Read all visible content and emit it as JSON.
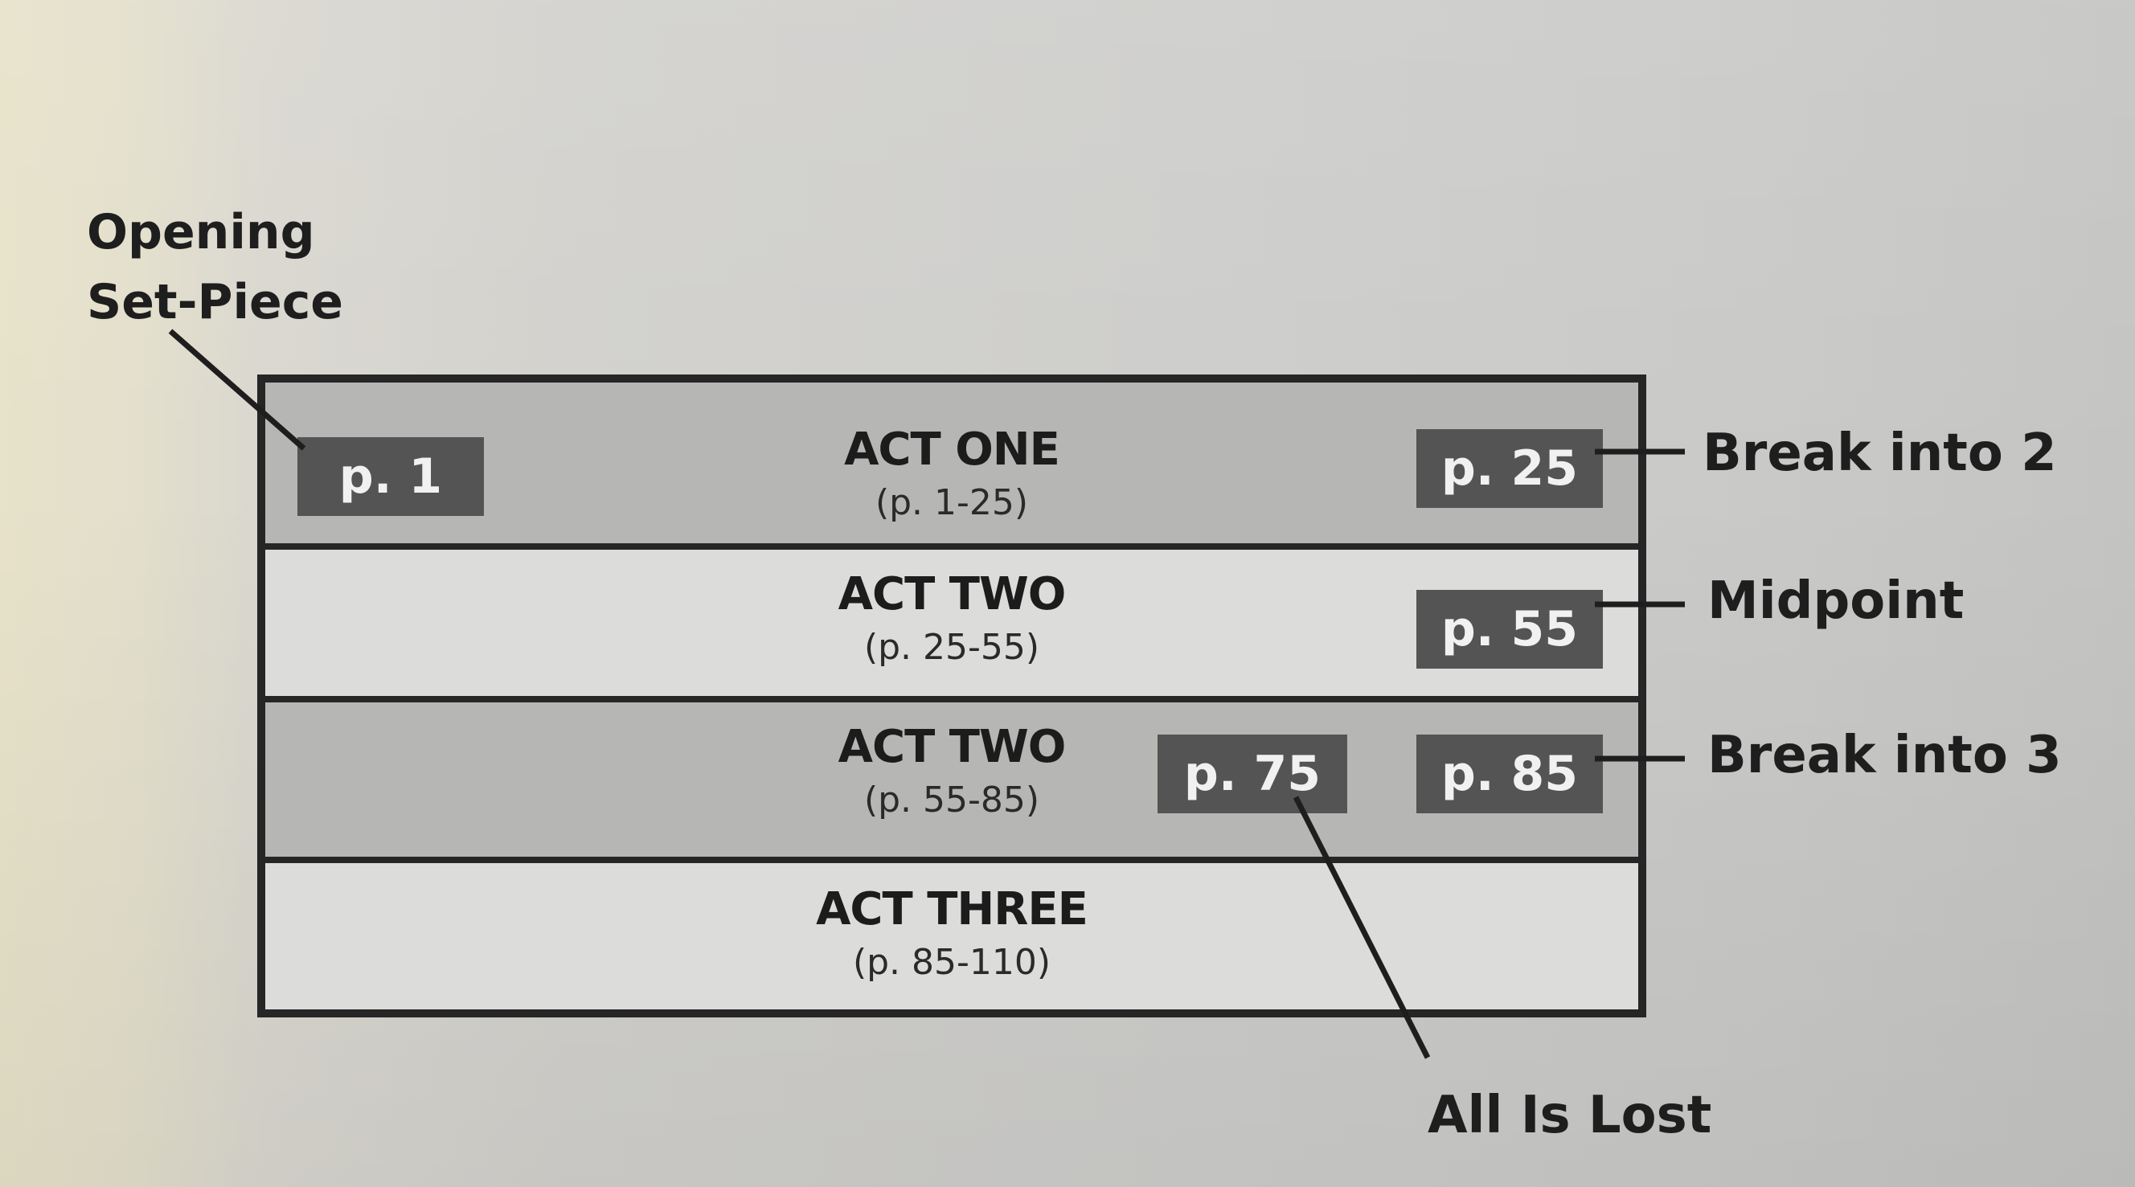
{
  "callouts": {
    "opening_line1": "Opening",
    "opening_line2": "Set-Piece",
    "break_into_2": "Break into 2",
    "midpoint": "Midpoint",
    "break_into_3": "Break into 3",
    "all_is_lost": "All Is Lost"
  },
  "acts": [
    {
      "title": "ACT ONE",
      "range": "(p. 1-25)"
    },
    {
      "title": "ACT TWO",
      "range": "(p. 25-55)"
    },
    {
      "title": "ACT TWO",
      "range": "(p. 55-85)"
    },
    {
      "title": "ACT THREE",
      "range": "(p. 85-110)"
    }
  ],
  "tags": {
    "p1": "p. 1",
    "p25": "p. 25",
    "p55": "p. 55",
    "p75": "p. 75",
    "p85": "p. 85"
  },
  "colors": {
    "tag_fill": "#545454",
    "shaded_row": "#b6b6b4",
    "plain_row": "#dcdcda",
    "border": "#262626"
  }
}
